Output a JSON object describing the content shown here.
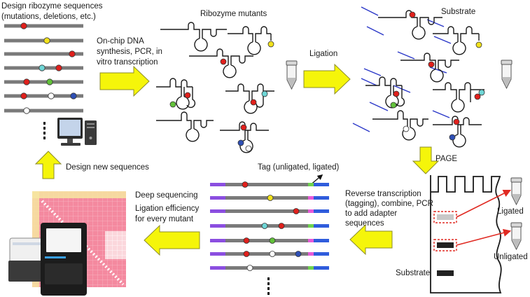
{
  "steps": {
    "design": {
      "line1": "Design ribozyme sequences",
      "line2": "(mutations, deletions, etc.)"
    },
    "synthesis": {
      "line1": "On-chip DNA",
      "line2": "synthesis, PCR, in",
      "line3": "vitro transcription"
    },
    "mutants": {
      "title": "Ribozyme mutants"
    },
    "ligation": {
      "label": "Ligation"
    },
    "substrate_top": {
      "label": "Substrate"
    },
    "page": {
      "label": "PAGE"
    },
    "gel": {
      "ligated": "Ligated",
      "unligated": "Unligated",
      "substrate": "Substrate"
    },
    "rt": {
      "line1": "Reverse transcription",
      "line2": "(tagging), combine, PCR",
      "line3": "to add adapter",
      "line4": "sequences"
    },
    "tag": {
      "label": "Tag (unligated, ligated)"
    },
    "sequencing": {
      "line1": "Deep sequencing",
      "line2": "Ligation efficiency",
      "line3": "for every mutant"
    },
    "design_new": {
      "label": "Design new sequences"
    }
  },
  "colors": {
    "arrow_fill": "#f5f50a",
    "arrow_stroke": "#8c8c2a",
    "strand": "#7a7a7a",
    "mut_red": "#e0201c",
    "mut_yellow": "#f2e21c",
    "mut_cyan": "#6fd6d6",
    "mut_green": "#62c23a",
    "mut_blue": "#2e4fb5",
    "mut_white": "#ffffff",
    "substrate_blue": "#2a37c8",
    "adapter_purple": "#8b4ee0",
    "adapter_blue": "#2f5cdc",
    "tag_magenta": "#e65ad8",
    "tag_green": "#6ed24e",
    "heatmap": "#f07b96",
    "gel_arrow": "#e02a22"
  },
  "icons": [
    "computer-icon",
    "tube-icon",
    "sequencer-icon",
    "heatmap-image",
    "gel-image"
  ]
}
